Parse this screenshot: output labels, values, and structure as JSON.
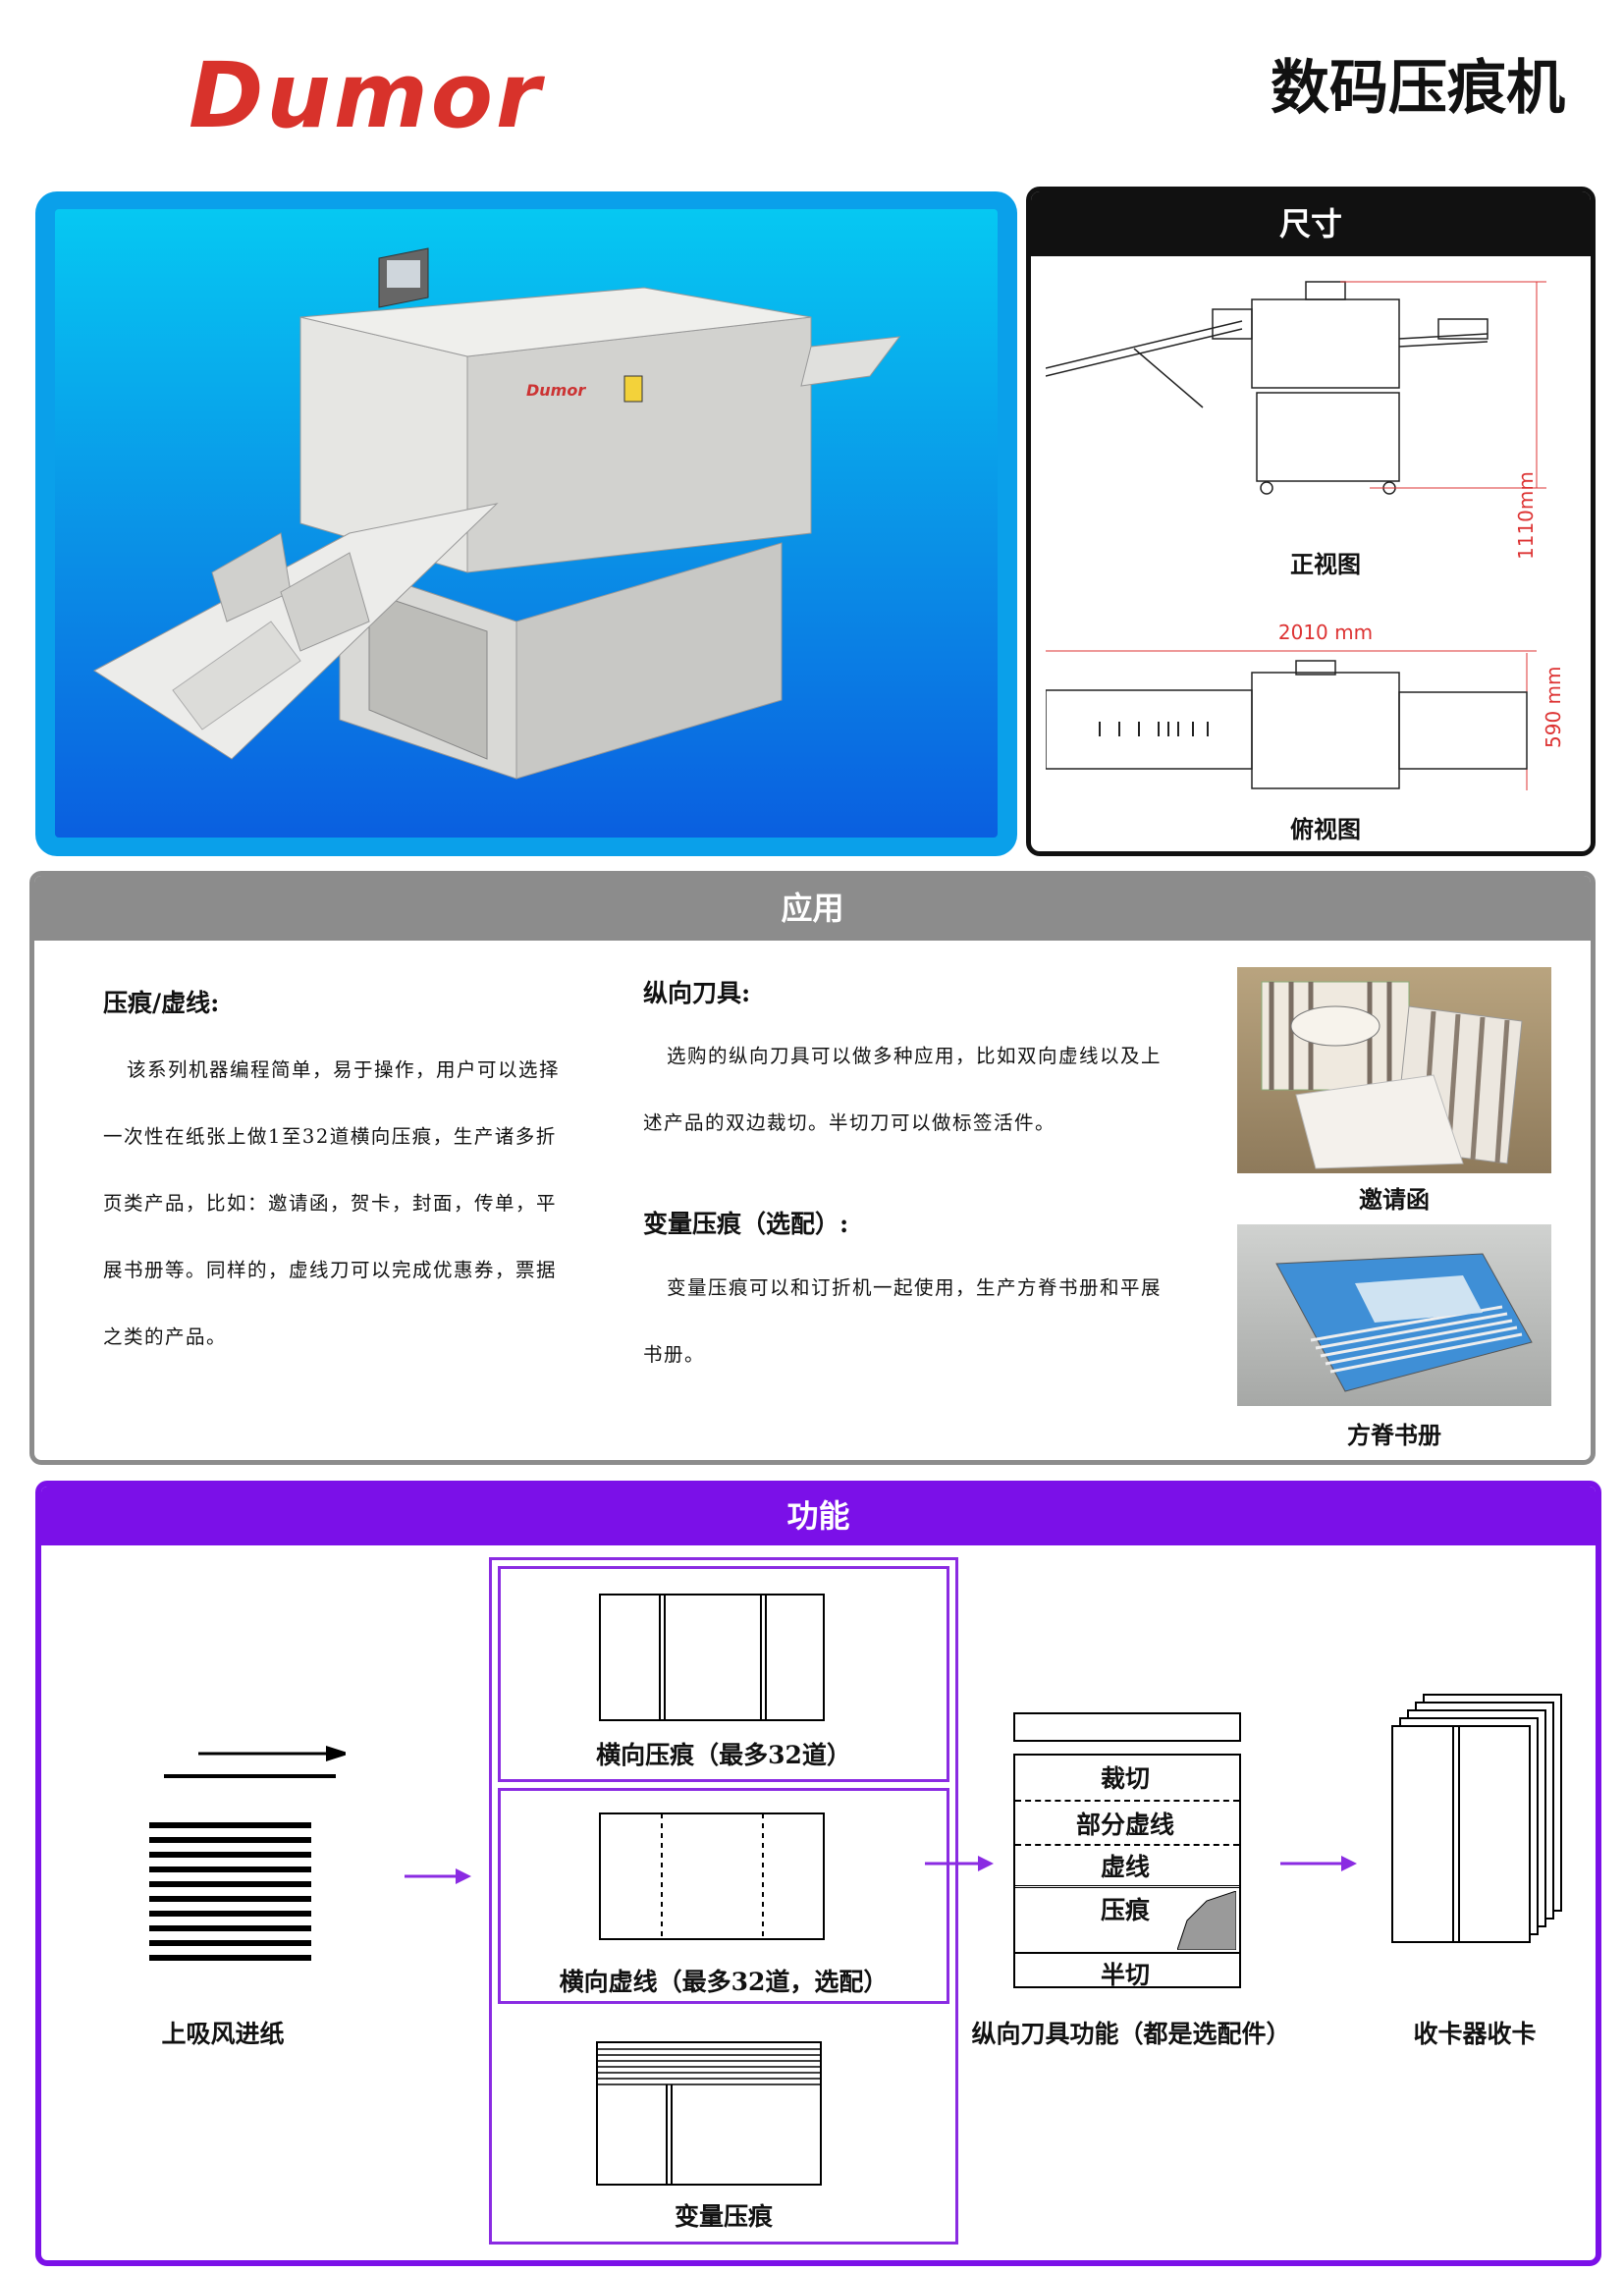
{
  "header": {
    "logo": "Dumor",
    "title": "数码压痕机"
  },
  "dimensions": {
    "title": "尺寸",
    "height_label": "1110mm",
    "front_view": "正视图",
    "width_label": "2010 mm",
    "depth_label": "590 mm",
    "top_view": "俯视图"
  },
  "application": {
    "title": "应用",
    "crease": {
      "heading": "压痕/虚线:",
      "lines": [
        "该系列机器编程简单，易于操作，用户可以选择",
        "一次性在纸张上做1至32道横向压痕，生产诸多折",
        "页类产品，比如：邀请函，贺卡，封面，传单，平",
        "展书册等。同样的，虚线刀可以完成优惠券，票据",
        "之类的产品。"
      ]
    },
    "slitter": {
      "heading": "纵向刀具:",
      "lines": [
        "选购的纵向刀具可以做多种应用，比如双向虚线以及上",
        "述产品的双边裁切。半切刀可以做标签活件。"
      ]
    },
    "variable": {
      "heading": "变量压痕（选配）:",
      "lines": [
        "变量压痕可以和订折机一起使用，生产方脊书册和平展",
        "书册。"
      ]
    },
    "img1_caption": "邀请函",
    "img2_caption": "方脊书册"
  },
  "functions": {
    "title": "功能",
    "feed": "上吸风进纸",
    "cross_crease": "横向压痕（最多32道）",
    "cross_perf": "横向虚线（最多32道，选配）",
    "variable_crease": "变量压痕",
    "slitter_items": [
      "裁切",
      "部分虚线",
      "虚线",
      "压痕",
      "半切"
    ],
    "slitter_caption": "纵向刀具功能（都是选配件）",
    "stacker": "收卡器收卡"
  }
}
